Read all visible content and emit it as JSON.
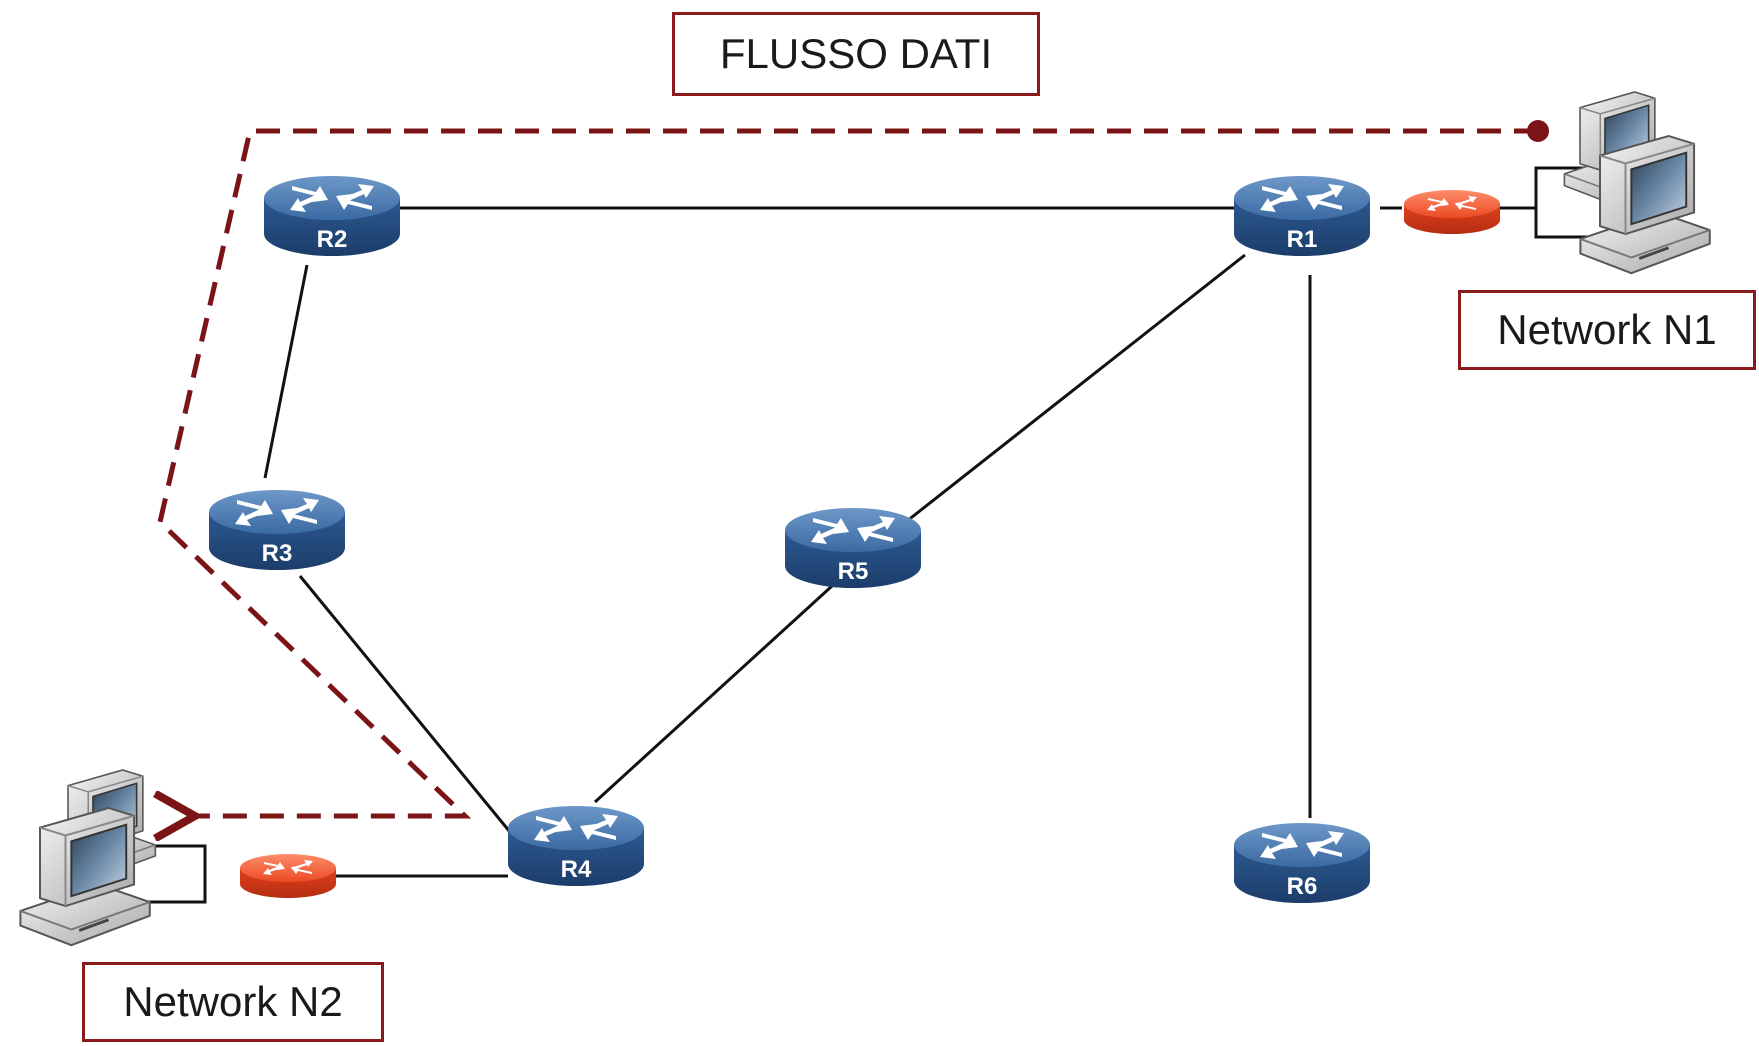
{
  "flow_label": "FLUSSO DATI",
  "networks": [
    {
      "id": "N1",
      "label": "Network N1"
    },
    {
      "id": "N2",
      "label": "Network N2"
    }
  ],
  "routers": [
    {
      "id": "R1",
      "label": "R1"
    },
    {
      "id": "R2",
      "label": "R2"
    },
    {
      "id": "R3",
      "label": "R3"
    },
    {
      "id": "R4",
      "label": "R4"
    },
    {
      "id": "R5",
      "label": "R5"
    },
    {
      "id": "R6",
      "label": "R6"
    }
  ],
  "links": [
    [
      "R2",
      "R1"
    ],
    [
      "R2",
      "R3"
    ],
    [
      "R3",
      "R4"
    ],
    [
      "R4",
      "R5"
    ],
    [
      "R5",
      "R1"
    ],
    [
      "R1",
      "R6"
    ],
    [
      "R1",
      "N1"
    ],
    [
      "R4",
      "N2"
    ]
  ],
  "data_flow_path": [
    "N1",
    "R1",
    "R2",
    "R3",
    "R4",
    "N2"
  ],
  "colors": {
    "router_blue": "#2f5e96",
    "edge_router_orange": "#e8411f",
    "flow_dark_red": "#7a1416",
    "link_black": "#111111",
    "box_border": "#8b1a1a"
  }
}
